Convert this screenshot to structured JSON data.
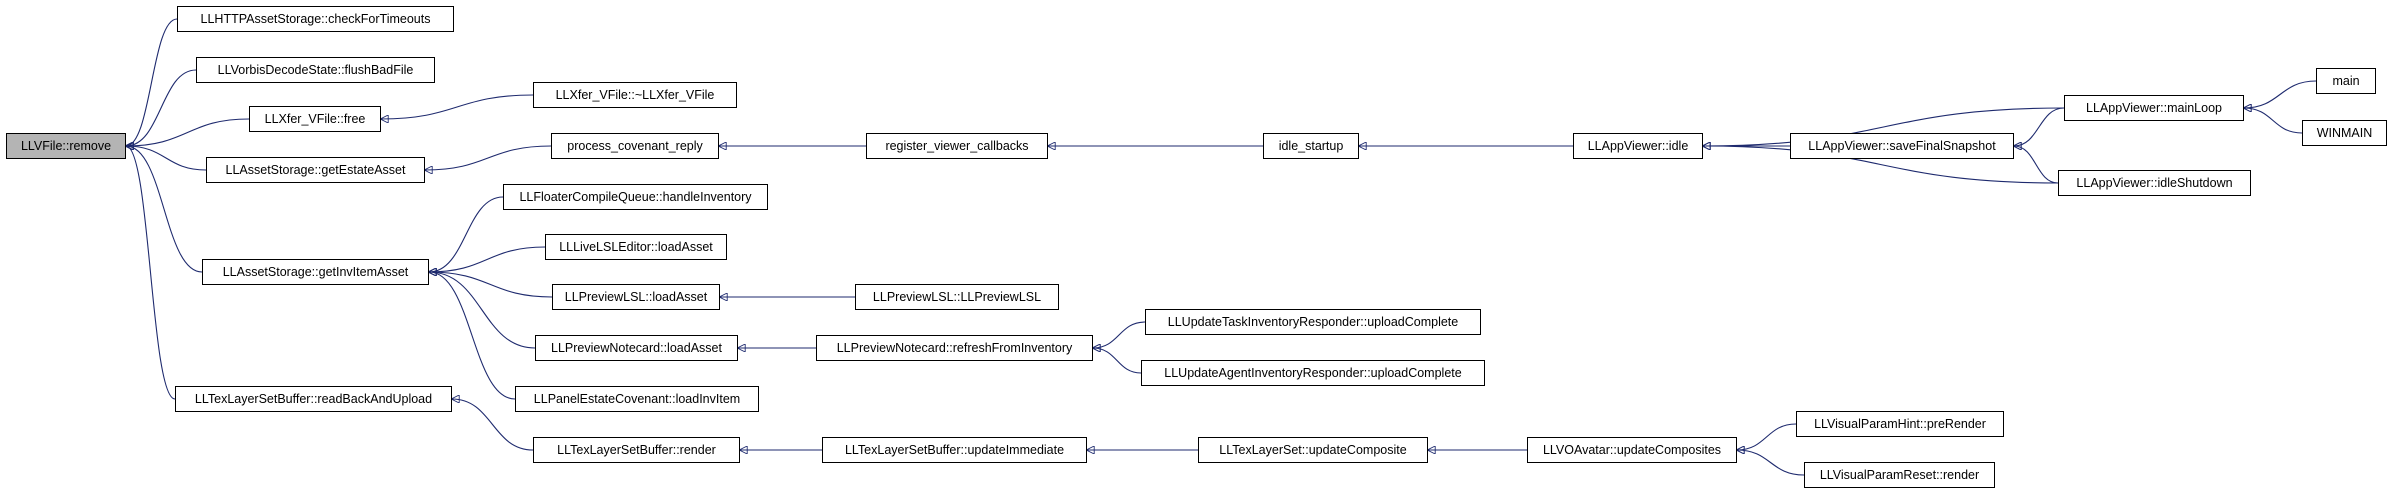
{
  "nodes": {
    "llvfile_remove": "LLVFile::remove",
    "llhttpassetstorage_checkfortimeouts": "LLHTTPAssetStorage::checkForTimeouts",
    "llvorbisdecodestate_flushbadfile": "LLVorbisDecodeState::flushBadFile",
    "llxfer_vfile_free": "LLXfer_VFile::free",
    "llxfer_vfile_destructor": "LLXfer_VFile::~LLXfer_VFile",
    "llassetstorage_getestateasset": "LLAssetStorage::getEstateAsset",
    "process_covenant_reply": "process_covenant_reply",
    "register_viewer_callbacks": "register_viewer_callbacks",
    "idle_startup": "idle_startup",
    "llappviewer_idle": "LLAppViewer::idle",
    "llappviewer_savefinalsnapshot": "LLAppViewer::saveFinalSnapshot",
    "llappviewer_mainloop": "LLAppViewer::mainLoop",
    "llappviewer_idleshutdown": "LLAppViewer::idleShutdown",
    "main": "main",
    "winmain": "WINMAIN",
    "llassetstorage_getinvitemasset": "LLAssetStorage::getInvItemAsset",
    "llfloatercompilequeue_handleinventory": "LLFloaterCompileQueue::handleInventory",
    "lllivelsleditor_loadasset": "LLLiveLSLEditor::loadAsset",
    "llpreviewlsl_loadasset": "LLPreviewLSL::loadAsset",
    "llpreviewlsl_llpreviewlsl": "LLPreviewLSL::LLPreviewLSL",
    "llpreviewnotecard_loadasset": "LLPreviewNotecard::loadAsset",
    "llpreviewnotecard_refreshfrominventory": "LLPreviewNotecard::refreshFromInventory",
    "llupdatetaskinventoryresponder_uploadcomplete": "LLUpdateTaskInventoryResponder::uploadComplete",
    "llupdateagentinventoryresponder_uploadcomplete": "LLUpdateAgentInventoryResponder::uploadComplete",
    "llpanelestatecovenant_loadinvitem": "LLPanelEstateCovenant::loadInvItem",
    "lltexlayersetbuffer_readbackandupload": "LLTexLayerSetBuffer::readBackAndUpload",
    "lltexlayersetbuffer_render": "LLTexLayerSetBuffer::render",
    "lltexlayersetbuffer_updateimmediate": "LLTexLayerSetBuffer::updateImmediate",
    "lltexlayerset_updatecomposite": "LLTexLayerSet::updateComposite",
    "llvoavatar_updatecomposites": "LLVOAvatar::updateComposites",
    "llvisualparamhint_prerender": "LLVisualParamHint::preRender",
    "llvisualparamreset_render": "LLVisualParamReset::render"
  },
  "edges": [
    [
      "llhttpassetstorage_checkfortimeouts",
      "llvfile_remove"
    ],
    [
      "llvorbisdecodestate_flushbadfile",
      "llvfile_remove"
    ],
    [
      "llxfer_vfile_free",
      "llvfile_remove"
    ],
    [
      "llassetstorage_getestateasset",
      "llvfile_remove"
    ],
    [
      "llassetstorage_getinvitemasset",
      "llvfile_remove"
    ],
    [
      "lltexlayersetbuffer_readbackandupload",
      "llvfile_remove"
    ],
    [
      "llxfer_vfile_destructor",
      "llxfer_vfile_free"
    ],
    [
      "process_covenant_reply",
      "llassetstorage_getestateasset"
    ],
    [
      "register_viewer_callbacks",
      "process_covenant_reply"
    ],
    [
      "idle_startup",
      "register_viewer_callbacks"
    ],
    [
      "llappviewer_idle",
      "idle_startup"
    ],
    [
      "llappviewer_mainloop",
      "llappviewer_idle"
    ],
    [
      "llappviewer_savefinalsnapshot",
      "llappviewer_idle"
    ],
    [
      "llappviewer_idleshutdown",
      "llappviewer_idle"
    ],
    [
      "llappviewer_mainloop",
      "llappviewer_savefinalsnapshot"
    ],
    [
      "llappviewer_idleshutdown",
      "llappviewer_savefinalsnapshot"
    ],
    [
      "main",
      "llappviewer_mainloop"
    ],
    [
      "winmain",
      "llappviewer_mainloop"
    ],
    [
      "llfloatercompilequeue_handleinventory",
      "llassetstorage_getinvitemasset"
    ],
    [
      "lllivelsleditor_loadasset",
      "llassetstorage_getinvitemasset"
    ],
    [
      "llpreviewlsl_loadasset",
      "llassetstorage_getinvitemasset"
    ],
    [
      "llpreviewnotecard_loadasset",
      "llassetstorage_getinvitemasset"
    ],
    [
      "llpanelestatecovenant_loadinvitem",
      "llassetstorage_getinvitemasset"
    ],
    [
      "llpreviewlsl_llpreviewlsl",
      "llpreviewlsl_loadasset"
    ],
    [
      "llpreviewnotecard_refreshfrominventory",
      "llpreviewnotecard_loadasset"
    ],
    [
      "llupdatetaskinventoryresponder_uploadcomplete",
      "llpreviewnotecard_refreshfrominventory"
    ],
    [
      "llupdateagentinventoryresponder_uploadcomplete",
      "llpreviewnotecard_refreshfrominventory"
    ],
    [
      "lltexlayersetbuffer_render",
      "lltexlayersetbuffer_readbackandupload"
    ],
    [
      "lltexlayersetbuffer_updateimmediate",
      "lltexlayersetbuffer_render"
    ],
    [
      "lltexlayerset_updatecomposite",
      "lltexlayersetbuffer_updateimmediate"
    ],
    [
      "llvoavatar_updatecomposites",
      "lltexlayerset_updatecomposite"
    ],
    [
      "llvisualparamhint_prerender",
      "llvoavatar_updatecomposites"
    ],
    [
      "llvisualparamreset_render",
      "llvoavatar_updatecomposites"
    ]
  ]
}
